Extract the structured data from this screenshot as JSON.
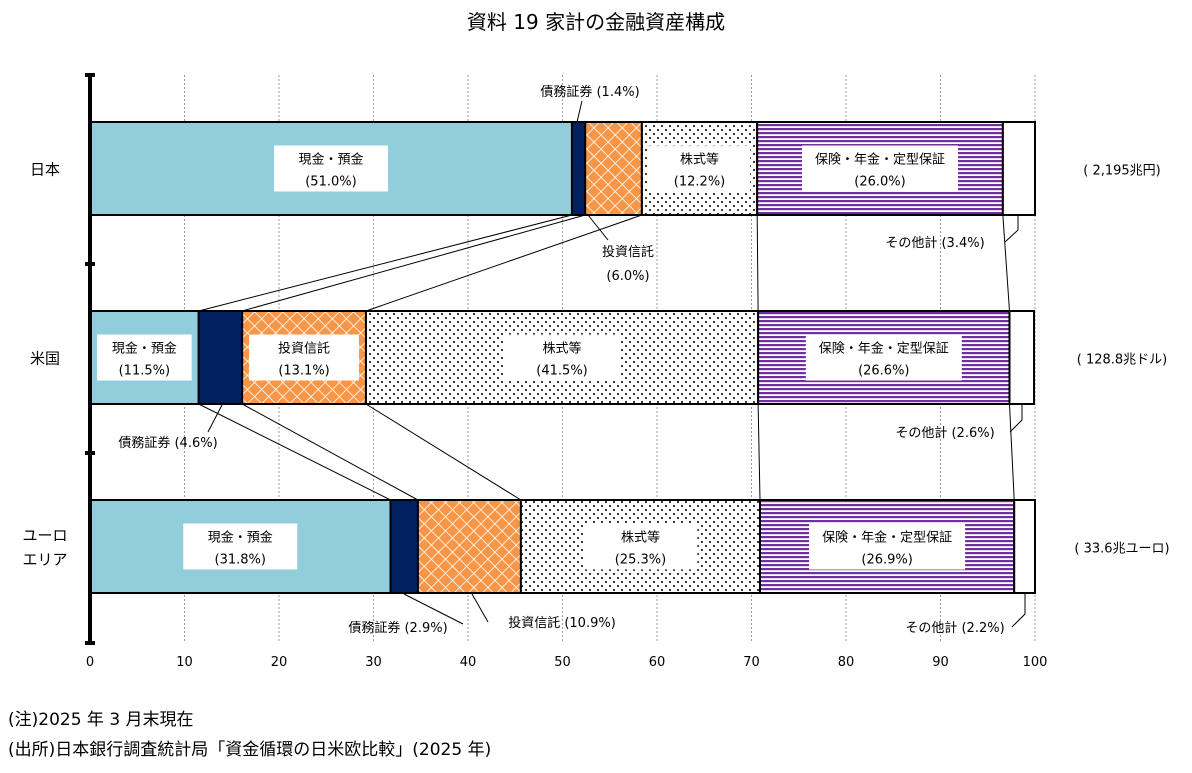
{
  "chart_data": {
    "type": "bar",
    "stacked": true,
    "orientation": "horizontal",
    "title": "資料 19  家計の金融資産構成",
    "xlim": [
      0,
      100
    ],
    "xticks": [
      "0",
      "10",
      "20",
      "30",
      "40",
      "50",
      "60",
      "70",
      "80",
      "90",
      "100"
    ],
    "grid": true,
    "categories": [
      {
        "name": "日本",
        "lines": [
          "日本"
        ],
        "total": "( 2,195兆円)"
      },
      {
        "name": "米国",
        "lines": [
          "米国"
        ],
        "total": "( 128.8兆ドル)"
      },
      {
        "name": "ユーロエリア",
        "lines": [
          "ユーロ",
          "エリア"
        ],
        "total": "( 33.6兆ユーロ)"
      }
    ],
    "series": [
      {
        "name": "現金・預金",
        "color": "#92CDDC",
        "pattern": "solid",
        "values": [
          51.0,
          11.5,
          31.8
        ]
      },
      {
        "name": "債務証券",
        "color": "#002060",
        "pattern": "solid",
        "values": [
          1.4,
          4.6,
          2.9
        ]
      },
      {
        "name": "投資信託",
        "color": "#F79646",
        "pattern": "lattice",
        "values": [
          6.0,
          13.1,
          10.9
        ]
      },
      {
        "name": "株式等",
        "color": "#FFFFFF",
        "pattern": "dots",
        "values": [
          12.2,
          41.5,
          25.3
        ]
      },
      {
        "name": "保険・年金・定型保証",
        "color": "#7030A0",
        "pattern": "hstripes",
        "values": [
          26.0,
          26.6,
          26.9
        ]
      },
      {
        "name": "その他計",
        "color": "#FFFFFF",
        "pattern": "solid",
        "values": [
          3.4,
          2.6,
          2.2
        ]
      }
    ],
    "labels": {
      "inside": [
        [
          "現金・預金\n(51.0%)",
          null,
          null,
          "株式等\n(12.2%)",
          "保険・年金・定型保証\n(26.0%)",
          null
        ],
        [
          "現金・預金\n(11.5%)",
          null,
          "投資信託\n(13.1%)",
          "株式等\n(41.5%)",
          "保険・年金・定型保証\n(26.6%)",
          null
        ],
        [
          "現金・預金\n(31.8%)",
          null,
          null,
          "株式等\n(25.3%)",
          "保険・年金・定型保証\n(26.9%)",
          null
        ]
      ],
      "outside": [
        {
          "bar": 0,
          "series": 1,
          "text": "債務証券 (1.4%)"
        },
        {
          "bar": 0,
          "series": 2,
          "text": "投資信託\n(6.0%)"
        },
        {
          "bar": 0,
          "series": 5,
          "text": "その他計 (3.4%)"
        },
        {
          "bar": 1,
          "series": 1,
          "text": "債務証券 (4.6%)"
        },
        {
          "bar": 1,
          "series": 5,
          "text": "その他計 (2.6%)"
        },
        {
          "bar": 2,
          "series": 1,
          "text": "債務証券 (2.9%)"
        },
        {
          "bar": 2,
          "series": 2,
          "text": "投資信託 (10.9%)"
        },
        {
          "bar": 2,
          "series": 5,
          "text": "その他計 (2.2%)"
        }
      ]
    }
  },
  "notes": {
    "note": "(注)2025 年 3 月末現在",
    "source": "(出所)日本銀行調査統計局「資金循環の日米欧比較」(2025 年)"
  }
}
